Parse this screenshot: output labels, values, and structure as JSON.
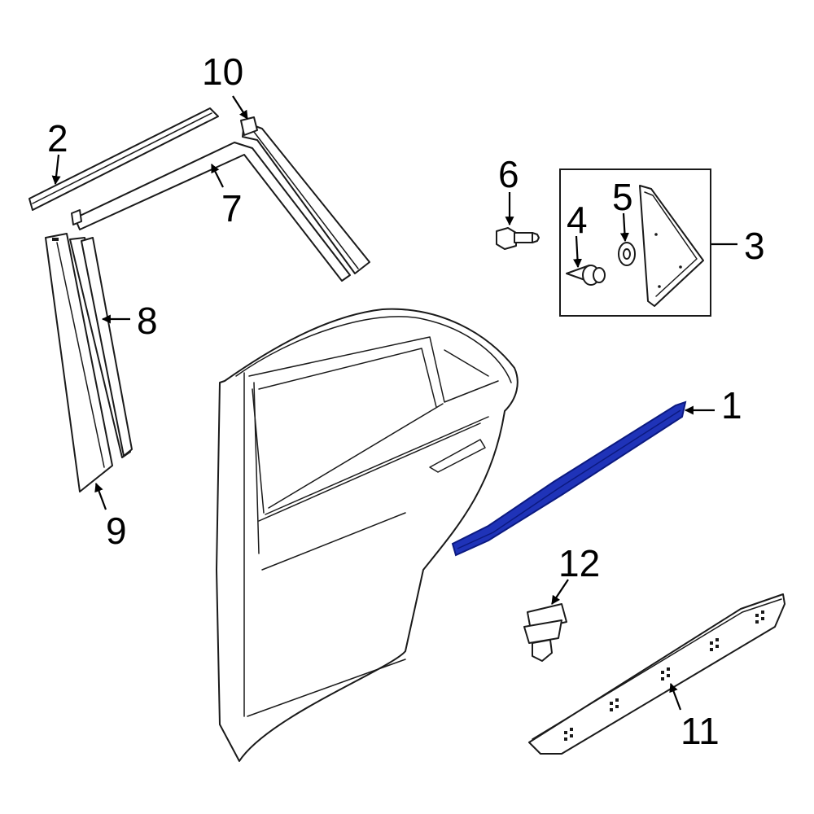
{
  "diagram": {
    "highlight_color": "#1f33b8",
    "line_color": "#1a1a1a",
    "callouts": [
      "1",
      "2",
      "3",
      "4",
      "5",
      "6",
      "7",
      "8",
      "9",
      "10",
      "11",
      "12"
    ],
    "highlighted_part": "1"
  }
}
